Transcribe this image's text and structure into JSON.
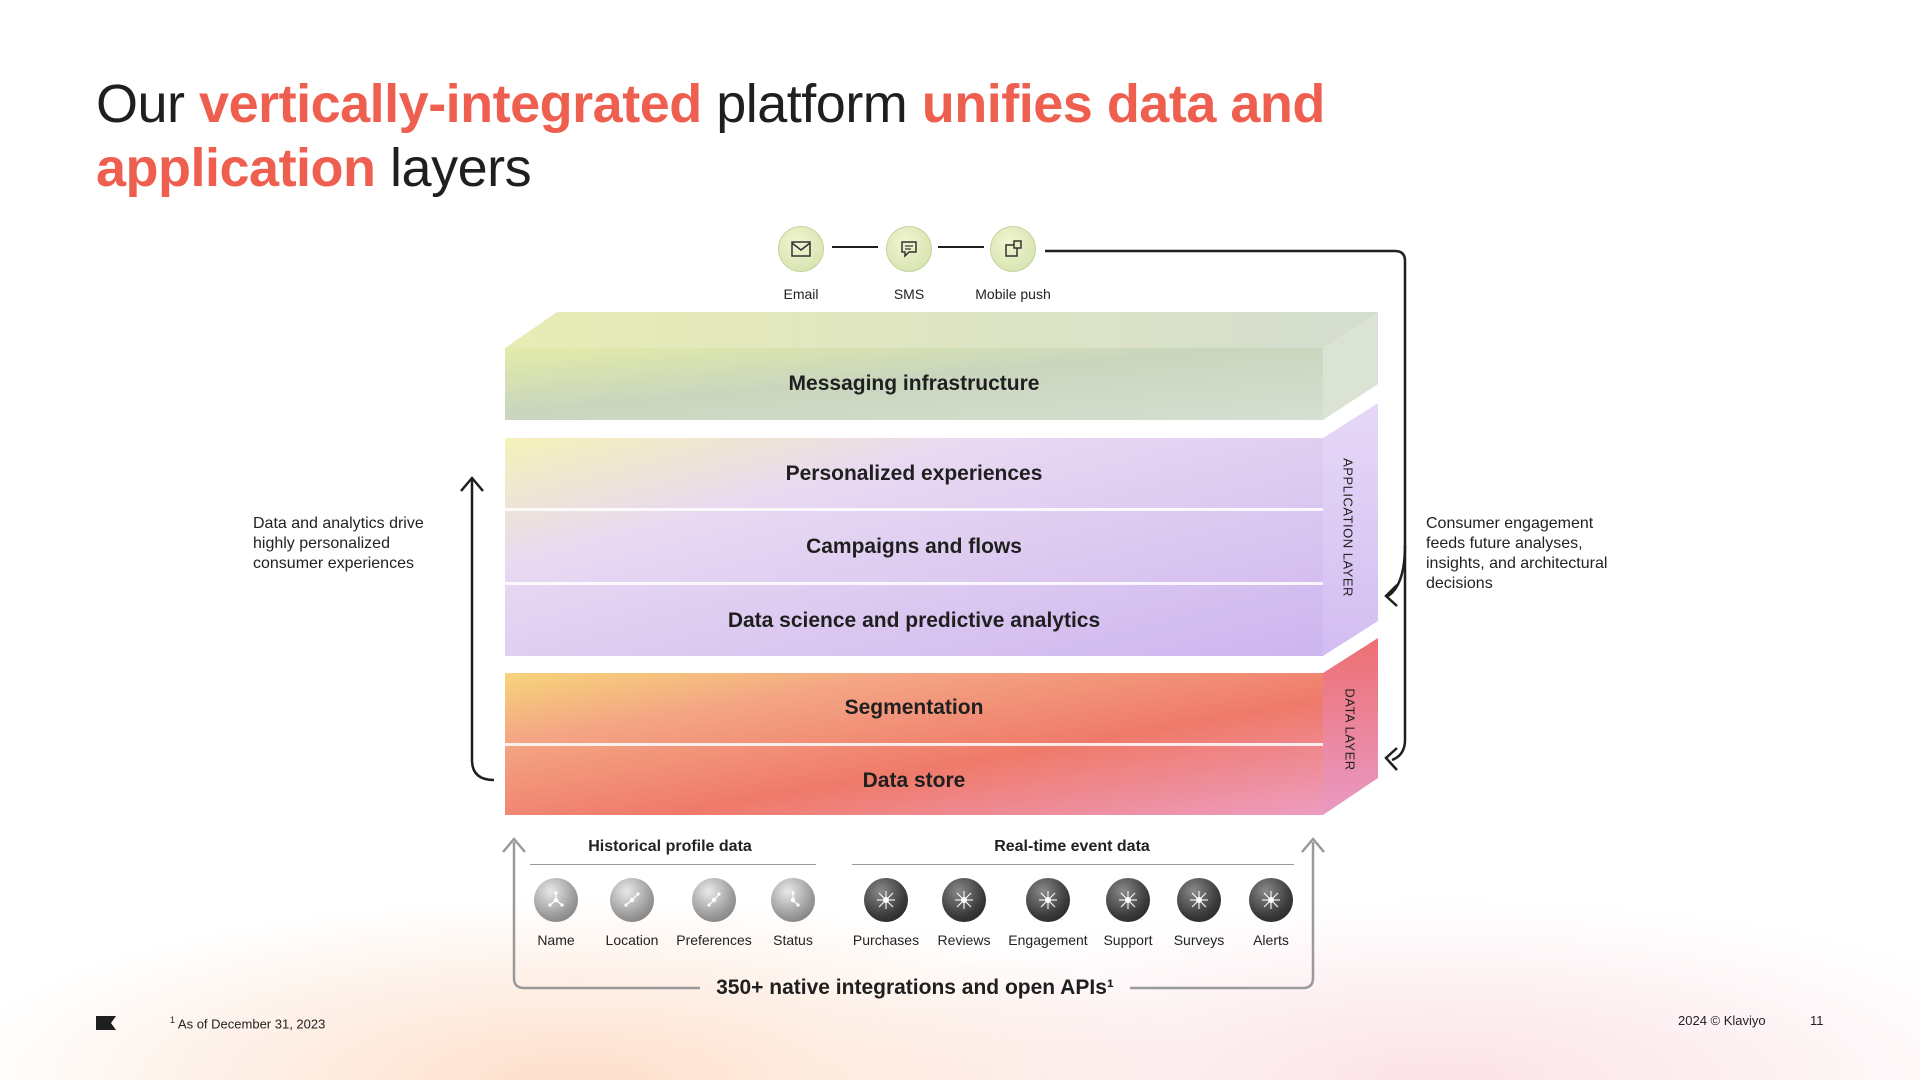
{
  "title": {
    "part1": "Our ",
    "highlight1": "vertically-integrated",
    "part2": " platform ",
    "highlight2": "unifies data and application",
    "part3": " layers"
  },
  "channels": [
    {
      "label": "Email",
      "icon": "mail-icon"
    },
    {
      "label": "SMS",
      "icon": "chat-icon"
    },
    {
      "label": "Mobile push",
      "icon": "push-notification-icon"
    }
  ],
  "layers": {
    "messaging": "Messaging infrastructure",
    "application": [
      "Personalized experiences",
      "Campaigns and flows",
      "Data science and predictive analytics"
    ],
    "data": [
      "Segmentation",
      "Data store"
    ],
    "application_side_label": "APPLICATION LAYER",
    "data_side_label": "DATA LAYER"
  },
  "left_note": "Data and analytics drive highly personalized consumer experiences",
  "right_note": "Consumer engagement feeds future analyses, insights, and architectural decisions",
  "sources": {
    "historical_heading": "Historical profile data",
    "realtime_heading": "Real-time event data",
    "historical": [
      "Name",
      "Location",
      "Preferences",
      "Status"
    ],
    "realtime": [
      "Purchases",
      "Reviews",
      "Engagement",
      "Support",
      "Surveys",
      "Alerts"
    ]
  },
  "integrations_label": "350+ native integrations and open APIs¹",
  "footer": {
    "footnote_mark": "1",
    "footnote": "As of December 31, 2023",
    "copyright": "2024 © Klaviyo",
    "page": "11"
  },
  "colors": {
    "accent": "#ee5f4f",
    "messaging": "#cfdcbd",
    "application": "#dccbf3",
    "data": "#f08a7c"
  }
}
